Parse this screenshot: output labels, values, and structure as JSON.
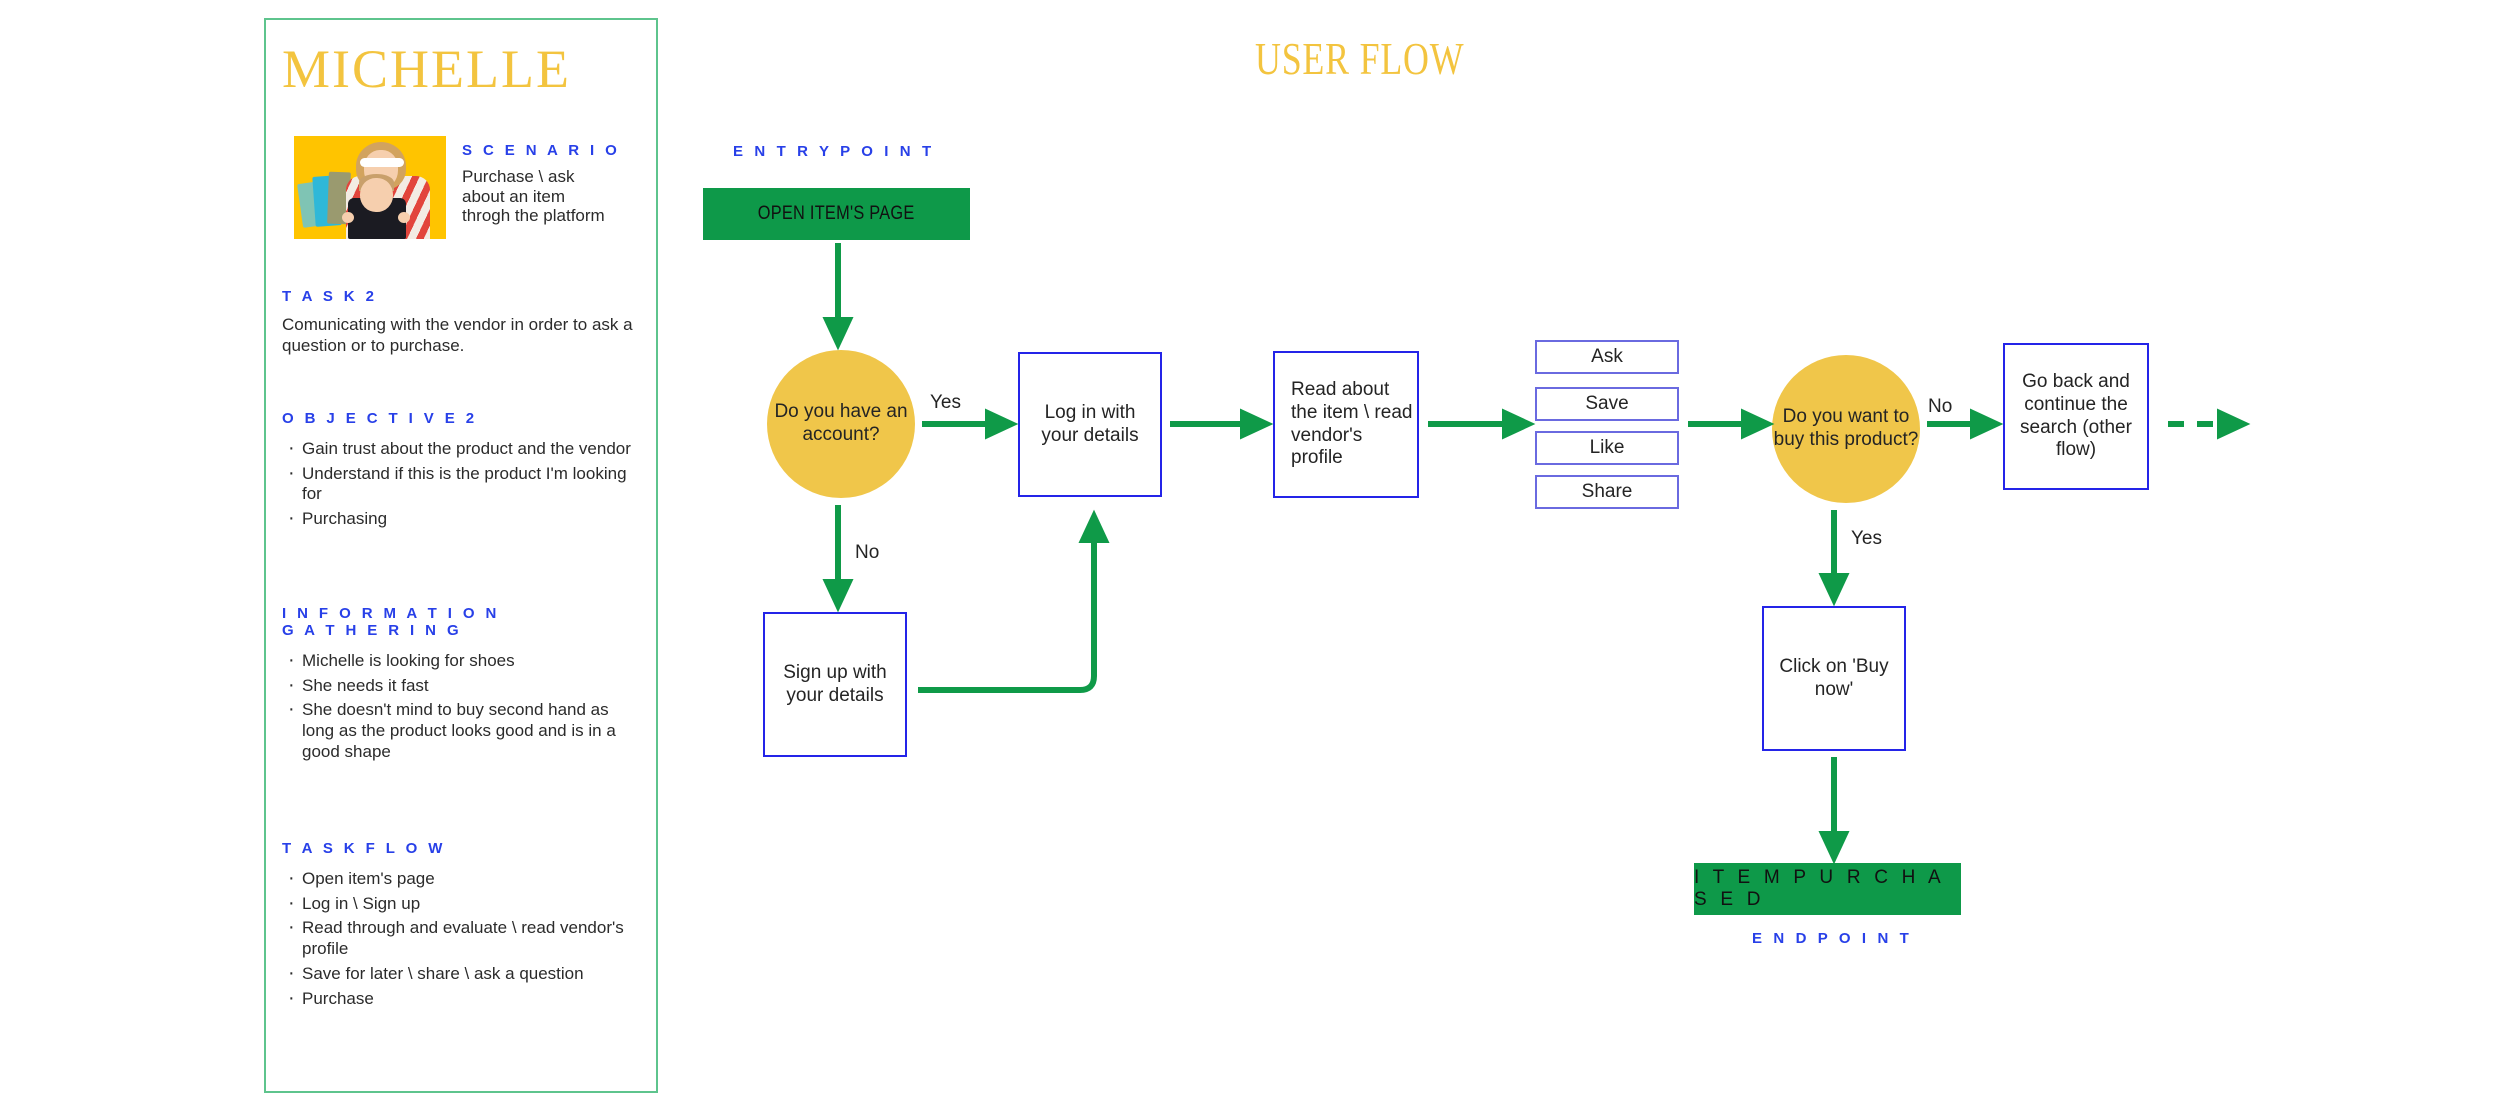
{
  "persona": {
    "name": "MICHELLE",
    "photo_alt": "woman-with-shopping-bags-and-baby",
    "scenario": {
      "heading": "S C E N A R I O",
      "text": "Purchase \\ ask about an item throgh the platform"
    },
    "task": {
      "heading": "T A S K  2",
      "text": "Comunicating with the vendor in order to ask a question or to purchase."
    },
    "objective": {
      "heading": "O B J E C T I V E  2",
      "items": [
        "Gain trust about the product and the vendor",
        "Understand if this is the product I'm looking for",
        "Purchasing"
      ]
    },
    "information_gathering": {
      "heading_line1": "I N F O R M A T I O N",
      "heading_line2": "G A T H E R I N G",
      "items": [
        "Michelle is looking for shoes",
        "She needs it fast",
        "She doesn't mind to buy second hand as long as the product looks good and is in a good shape"
      ]
    },
    "task_flow": {
      "heading": "T A S K  F L O W",
      "items": [
        "Open item's page",
        "Log in \\ Sign up",
        "Read through and evaluate \\ read vendor's profile",
        "Save for later \\ share  \\ ask a question",
        "Purchase"
      ]
    }
  },
  "flow": {
    "title": "USER FLOW",
    "entry_label": "E N T R Y  P O I N T",
    "end_label": "E N D  P O I N T",
    "entry_block": "OPEN ITEM'S PAGE",
    "end_block": "I T E M  P U R C H A S E D",
    "nodes": {
      "decision_account": "Do you have an account?",
      "login": "Log in with your details",
      "signup": "Sign up with your details",
      "read": "Read about the item \\ read vendor's profile",
      "decision_buy": "Do you want to buy this product?",
      "go_back": "Go back and continue the search (other flow)",
      "buy_now": "Click on 'Buy now'"
    },
    "options": [
      "Ask",
      "Save",
      "Like",
      "Share"
    ],
    "edge_labels": {
      "yes_account": "Yes",
      "no_account": "No",
      "no_buy": "No",
      "yes_buy": "Yes"
    }
  },
  "colors": {
    "panel_border": "#5ec48d",
    "gold": "#f3c43f",
    "decision_fill": "#f0c64a",
    "blue_heading": "#2840e8",
    "box_border": "#2424e8",
    "option_border": "#6a6ae0",
    "green": "#0e9949",
    "arrow_green": "#0f9a48"
  }
}
